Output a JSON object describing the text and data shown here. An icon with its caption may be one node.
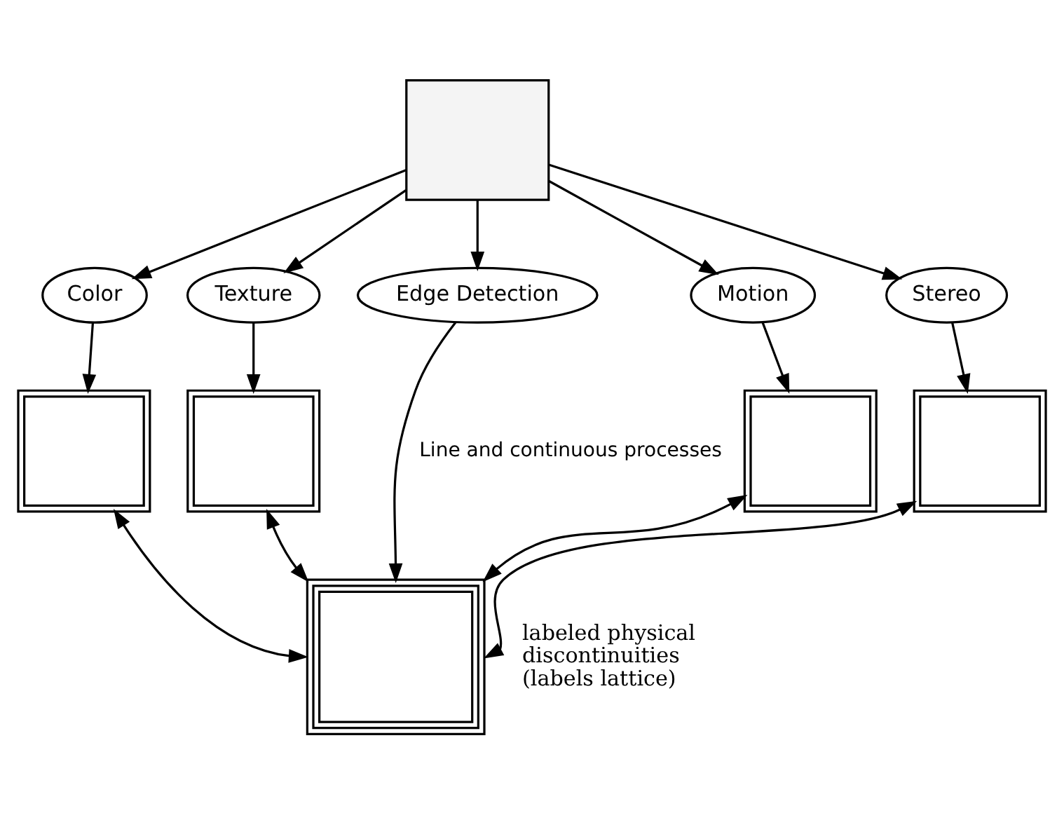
{
  "diagram": {
    "nodes": [
      {
        "text": [],
        "shape": "box"
      },
      {
        "text": [
          "Color"
        ]
      },
      {
        "text": [
          "Texture"
        ]
      },
      {
        "text": [
          "Edge Detection"
        ]
      },
      {
        "text": [
          "Motion"
        ]
      },
      {
        "text": [
          "Stereo"
        ]
      },
      {
        "text": [],
        "shape": "box"
      },
      {
        "text": [],
        "shape": "box"
      },
      {
        "text": [],
        "shape": "box"
      },
      {
        "text": [],
        "shape": "box"
      },
      {
        "text": [],
        "shape": "box",
        "beside": [
          "labeled physical discontinuities (labels lattice)"
        ]
      }
    ],
    "edges": [
      {
        "from": 0,
        "to": 1,
        "arrow": "to"
      },
      {
        "from": 0,
        "to": 2,
        "arrow": "to"
      },
      {
        "from": 0,
        "to": 3,
        "arrow": "to"
      },
      {
        "from": 0,
        "to": 4,
        "arrow": "to"
      },
      {
        "from": 0,
        "to": 5,
        "arrow": "to"
      },
      {
        "from": 1,
        "to": 6,
        "arrow": "to"
      },
      {
        "from": 2,
        "to": 7,
        "arrow": "to"
      },
      {
        "from": 4,
        "to": 8,
        "arrow": "to"
      },
      {
        "from": 5,
        "to": 9,
        "arrow": "to"
      },
      {
        "from": 3,
        "to": 10,
        "arrow": "to",
        "label": "Line and continuous processes"
      },
      {
        "from": 6,
        "to": 10,
        "arrow": "both"
      },
      {
        "from": 7,
        "to": 10,
        "arrow": "both"
      },
      {
        "from": 8,
        "to": 10,
        "arrow": "both"
      },
      {
        "from": 9,
        "to": 10,
        "arrow": "both"
      }
    ]
  }
}
